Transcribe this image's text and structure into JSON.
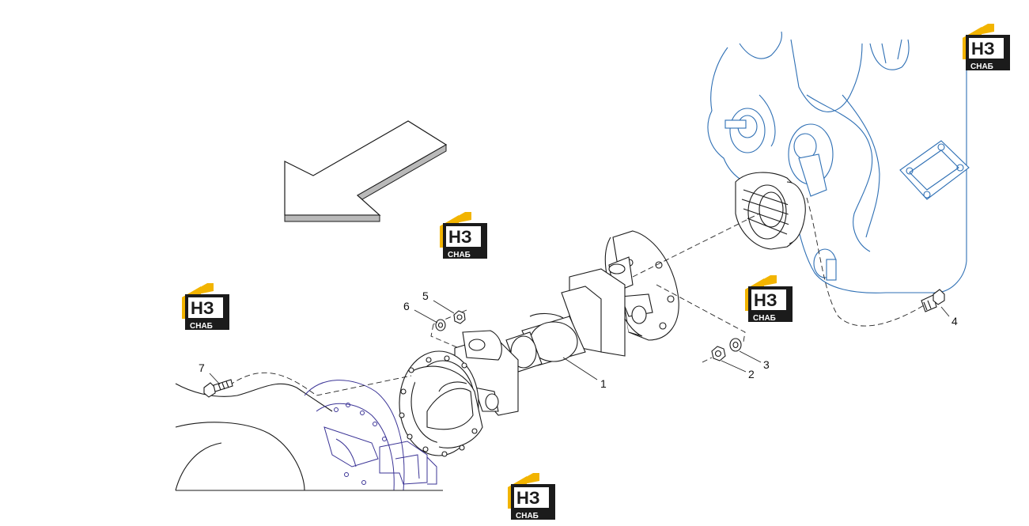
{
  "callouts": [
    {
      "id": "1",
      "label": "1"
    },
    {
      "id": "2",
      "label": "2"
    },
    {
      "id": "3",
      "label": "3"
    },
    {
      "id": "4",
      "label": "4"
    },
    {
      "id": "5",
      "label": "5"
    },
    {
      "id": "6",
      "label": "6"
    },
    {
      "id": "7",
      "label": "7"
    }
  ],
  "watermark": {
    "letters": "НЗ",
    "word": "СНАБ",
    "colors": {
      "roof": "#f2b400",
      "body": "#1b1b1b",
      "text": "#ffffff"
    }
  },
  "colors": {
    "housing": "#2e6fb4",
    "flywheel": "#3b3496",
    "ink": "#1a1a1a",
    "arrow_shadow": "#b9b9b9"
  }
}
